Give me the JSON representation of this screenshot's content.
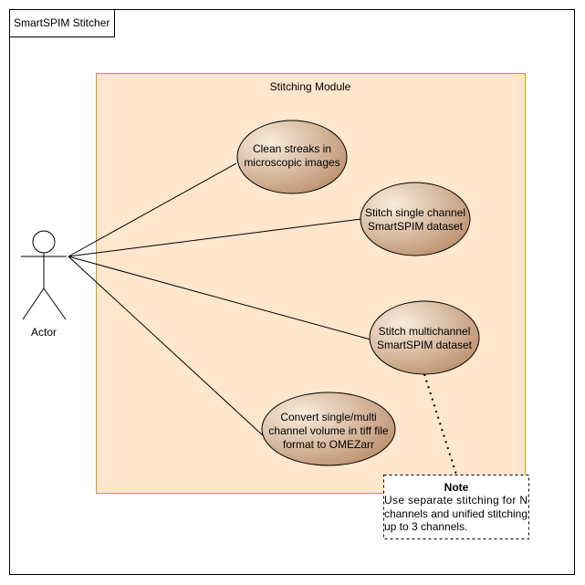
{
  "diagram": {
    "frame_title": "SmartSPIM Stitcher",
    "module_title": "Stitching Module",
    "actor_label": "Actor",
    "colors": {
      "module_fill": "#ffe6cc",
      "module_stroke": "#d79b00",
      "usecase_light": "#f8ecdd",
      "usecase_dark": "#b98c67",
      "line": "#000000"
    },
    "use_cases": [
      {
        "line1": "Clean streaks in",
        "line2": "microscopic images"
      },
      {
        "line1": "Stitch single channel",
        "line2": "SmartSPIM dataset"
      },
      {
        "line1": "Stitch multichannel",
        "line2": "SmartSPIM dataset"
      },
      {
        "line1": "Convert single/multi",
        "line2": "channel volume in tiff file",
        "line3": "format to OMEZarr"
      }
    ],
    "note": {
      "title": "Note",
      "line1": "Use separate stitching for N",
      "line2": "channels and unified stitching",
      "line3": "up to 3 channels."
    }
  }
}
